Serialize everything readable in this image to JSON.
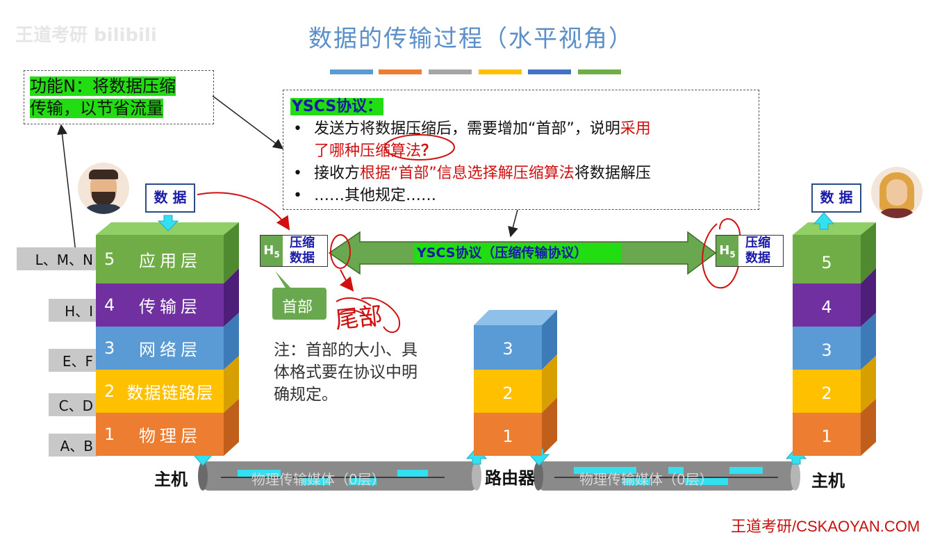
{
  "watermark": {
    "text": "王道考研 bilibili"
  },
  "title": "数据的传输过程（水平视角）",
  "color_bars": [
    "#5b9bd5",
    "#ed7d31",
    "#a5a5a5",
    "#ffc000",
    "#4472c4",
    "#70ad47"
  ],
  "function_note": {
    "line1": "功能N：将数据压缩",
    "line2": "传输，以节省流量"
  },
  "protocol_note": {
    "heading": "YSCS协议：",
    "bullet1_a": "发送方将数据压缩后，需要增加“首部”，说明",
    "bullet1_b": "采用",
    "bullet1_c": "了哪种压缩算法",
    "bullet1_mark": "？",
    "bullet2_a": "接收方",
    "bullet2_b": "根据“首部”信息选择解压缩算法",
    "bullet2_c": "将数据解压",
    "bullet3": "……其他规定……",
    "bullet_symbol": "•"
  },
  "layer_functions": [
    "L、M、N",
    "H、I",
    "E、F",
    "C、D",
    "A、B"
  ],
  "left_host": {
    "data_label": "数 据",
    "layers": [
      {
        "num": "5",
        "name": "应用层"
      },
      {
        "num": "4",
        "name": "传输层"
      },
      {
        "num": "3",
        "name": "网络层"
      },
      {
        "num": "2",
        "name": "数据链路层"
      },
      {
        "num": "1",
        "name": "物理层"
      }
    ],
    "label": "主机"
  },
  "right_host": {
    "data_label": "数 据",
    "layers": [
      "5",
      "4",
      "3",
      "2",
      "1"
    ],
    "label": "主机"
  },
  "router": {
    "layers": [
      "3",
      "2",
      "1"
    ],
    "label": "路由器"
  },
  "packet": {
    "header": "H",
    "header_sub": "5",
    "body_line1": "压缩",
    "body_line2": "数据"
  },
  "protocol_arrow_label": "YSCS协议（压缩传输协议）",
  "header_callout": "首部",
  "handwritten_note": "尾部",
  "size_note": {
    "line1": "注：首部的大小、具",
    "line2": "体格式要在协议中明",
    "line3": "确规定。"
  },
  "medium_label": "物理传输媒体（0层）",
  "footer": "王道考研/CSKAOYAN.COM",
  "colors": {
    "layer5": "#70ad47",
    "layer4": "#7030a0",
    "layer3": "#5b9bd5",
    "layer2": "#ffc000",
    "layer1": "#ed7d31",
    "cyan_arrow": "#33e0f0",
    "title": "#5a8fc9",
    "red_ink": "#d01010"
  }
}
